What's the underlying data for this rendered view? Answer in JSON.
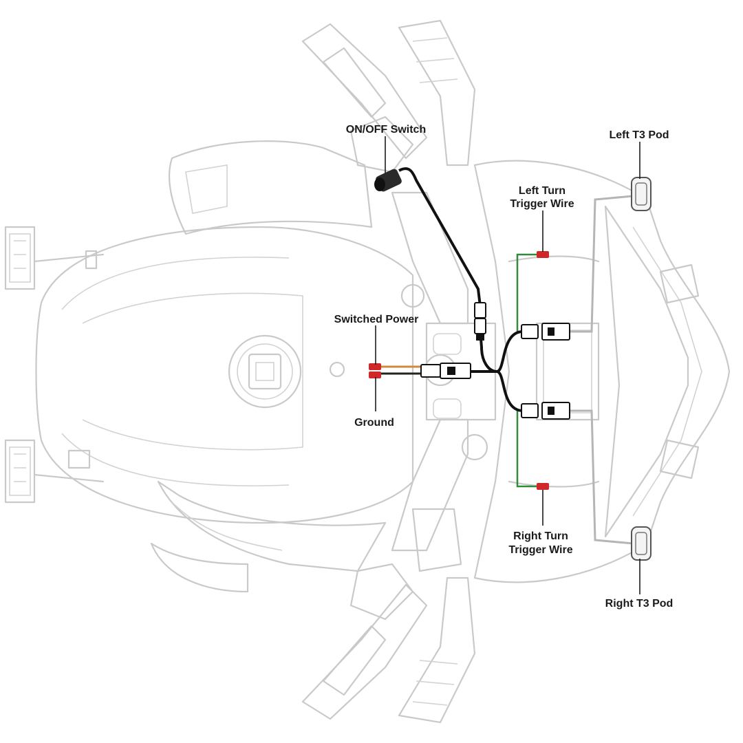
{
  "labels": {
    "on_off_switch": "ON/OFF Switch",
    "left_t3_pod": "Left T3 Pod",
    "left_turn_trigger_line1": "Left Turn",
    "left_turn_trigger_line2": "Trigger Wire",
    "switched_power": "Switched Power",
    "ground": "Ground",
    "right_turn_trigger_line1": "Right Turn",
    "right_turn_trigger_line2": "Trigger Wire",
    "right_t3_pod": "Right T3 Pod"
  },
  "colors": {
    "outline": "#c9c9c9",
    "harness": "#111111",
    "trigger_wire": "#2e8b3a",
    "power_wire": "#d08a3a",
    "connector_red": "#d02828",
    "pod_lead": "#b5b5b5"
  }
}
